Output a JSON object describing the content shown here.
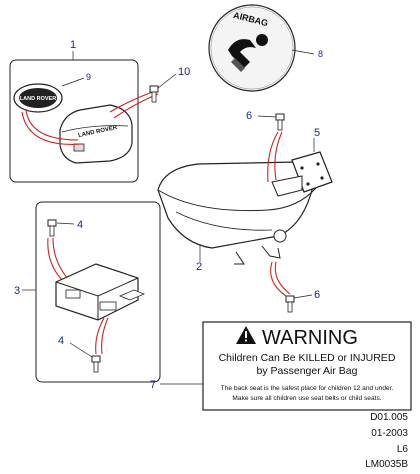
{
  "callouts": {
    "c1": "1",
    "c2": "2",
    "c3": "3",
    "c4a": "4",
    "c4b": "4",
    "c5": "5",
    "c6a": "6",
    "c6b": "6",
    "c7": "7",
    "c8": "8",
    "c9": "9",
    "c10": "10"
  },
  "airbag_cover_text": "AIRBAG",
  "badge_text": "LAND ROVER",
  "module_text": "LAND ROVER",
  "warning": {
    "title": "WARNING",
    "line1": "Children Can Be KILLED or INJURED",
    "line2": "by Passenger Air Bag",
    "note1": "The back seat is the safest place for children 12 and under.",
    "note2": "Make sure all children use seat belts or child seats."
  },
  "ref_codes": [
    "D01.005",
    "01-2003",
    "L6",
    "LM0035B"
  ],
  "colors": {
    "callout": "#1a2a8c",
    "harness": "#d42020",
    "line": "#222222"
  }
}
